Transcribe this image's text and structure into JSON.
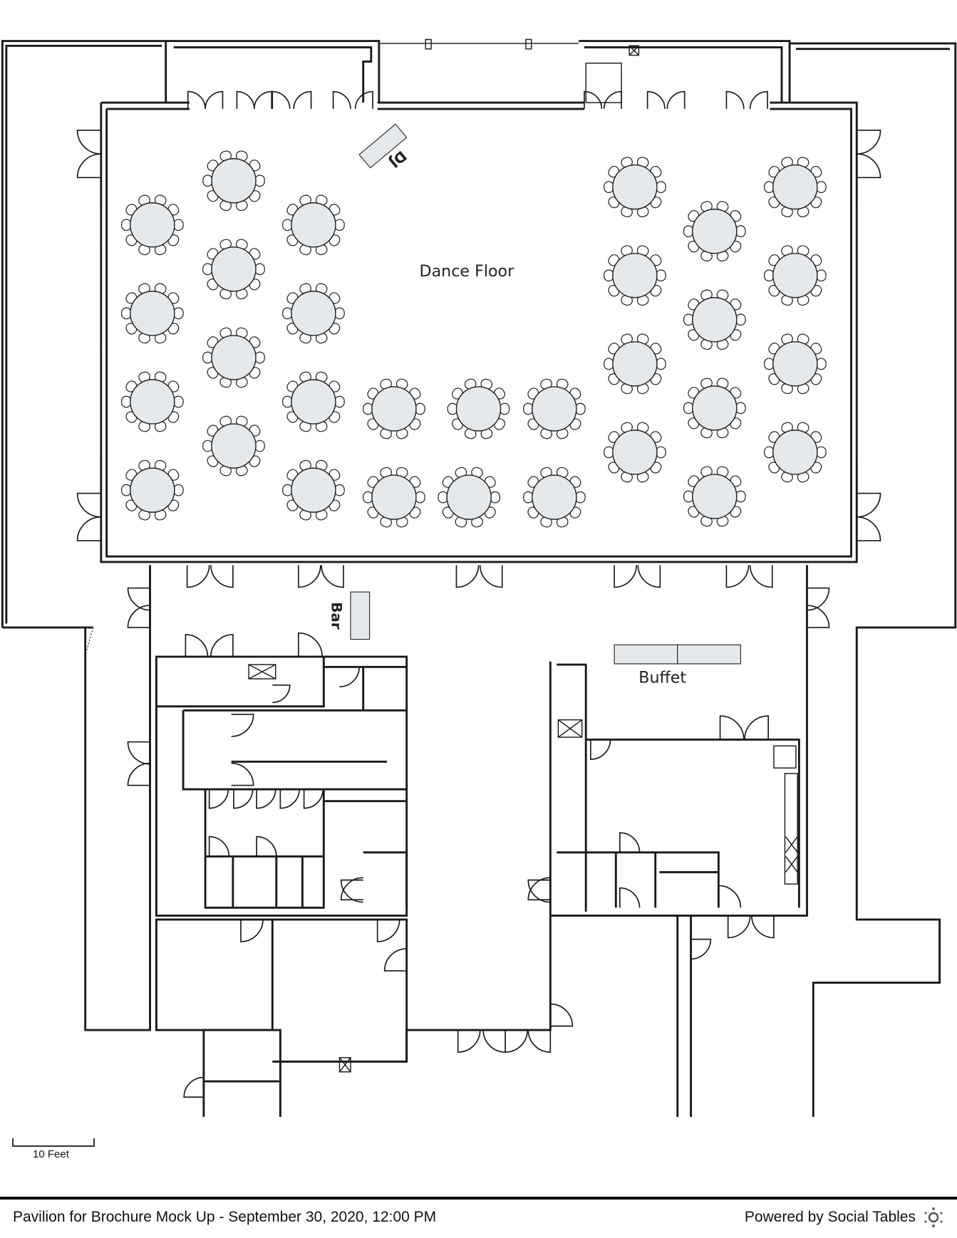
{
  "labels": {
    "dance_floor": "Dance Floor",
    "dj": "DJ",
    "bar": "Bar",
    "buffet": "Buffet"
  },
  "scale": {
    "label": "10 Feet"
  },
  "footer": {
    "title": "Pavilion for Brochure Mock Up - September 30, 2020, 12:00 PM",
    "powered_by": "Powered by Social Tables"
  },
  "colors": {
    "table_fill": "#e6e9ec",
    "wall": "#1a1a1a"
  }
}
